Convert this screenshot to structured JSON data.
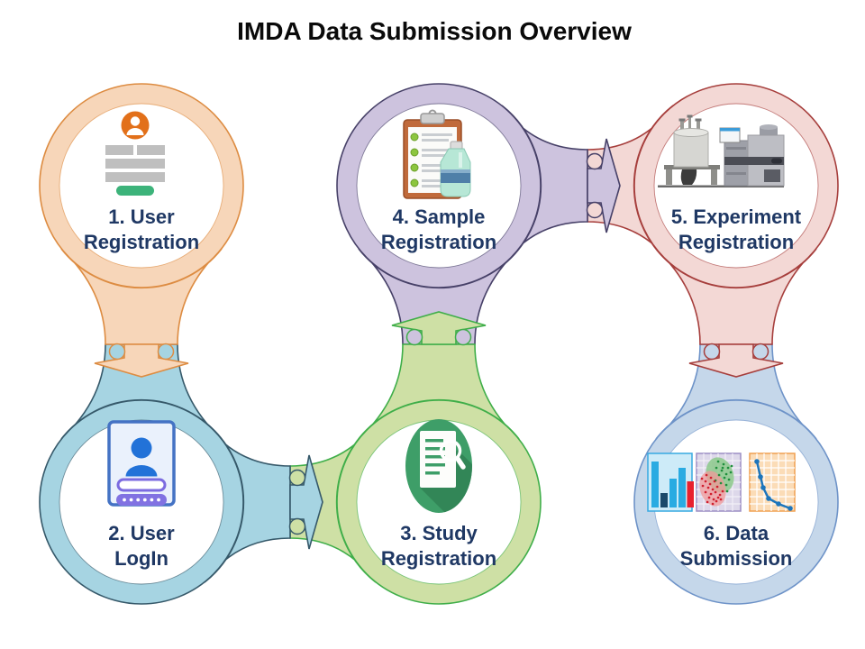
{
  "title": "IMDA Data Submission Overview",
  "title_color": "#0A0A0A",
  "label_color": "#1F3864",
  "background": "#FFFFFF",
  "nodes": [
    {
      "id": 1,
      "label_line1": "1. User",
      "label_line2": "Registration",
      "ring_fill": "#F7D6B9",
      "ring_stroke": "#DD8C42",
      "icon": "user-registration-form-icon"
    },
    {
      "id": 2,
      "label_line1": "2. User",
      "label_line2": "LogIn",
      "ring_fill": "#A6D4E2",
      "ring_stroke": "#36596A",
      "icon": "login-id-card-icon"
    },
    {
      "id": 3,
      "label_line1": "3. Study",
      "label_line2": "Registration",
      "ring_fill": "#CEE0A5",
      "ring_stroke": "#3FAE49",
      "icon": "study-document-magnifier-icon"
    },
    {
      "id": 4,
      "label_line1": "4. Sample",
      "label_line2": "Registration",
      "ring_fill": "#CDC3DE",
      "ring_stroke": "#474168",
      "icon": "sample-clipboard-bottle-icon"
    },
    {
      "id": 5,
      "label_line1": "5. Experiment",
      "label_line2": "Registration",
      "ring_fill": "#F3D8D5",
      "ring_stroke": "#A63E3C",
      "icon": "experiment-instruments-icon"
    },
    {
      "id": 6,
      "label_line1": "6. Data",
      "label_line2": "Submission",
      "ring_fill": "#C5D7EA",
      "ring_stroke": "#6E93C8",
      "icon": "data-charts-icon"
    }
  ],
  "links": [
    {
      "from": 1,
      "to": 2,
      "direction": "down"
    },
    {
      "from": 2,
      "to": 3,
      "direction": "right"
    },
    {
      "from": 3,
      "to": 4,
      "direction": "up"
    },
    {
      "from": 4,
      "to": 5,
      "direction": "right"
    },
    {
      "from": 5,
      "to": 6,
      "direction": "down"
    }
  ]
}
